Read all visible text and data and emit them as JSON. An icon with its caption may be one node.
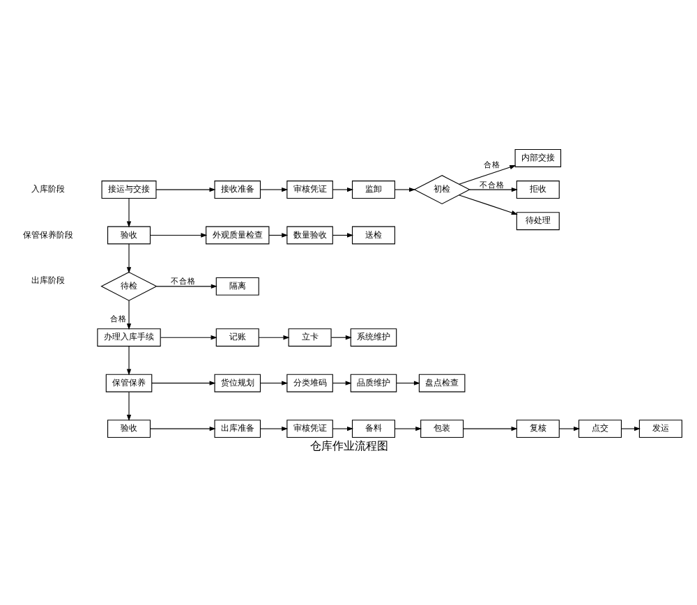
{
  "diagram": {
    "caption": "仓库作业流程图",
    "nodes": [
      {
        "text": [
          "接运与交接"
        ]
      },
      {
        "text": [
          "接收准备"
        ]
      },
      {
        "text": [
          "审核凭证"
        ]
      },
      {
        "text": [
          "监卸"
        ]
      },
      {
        "text": [
          "初检"
        ]
      },
      {
        "text": [
          "内部交接"
        ]
      },
      {
        "text": [
          "拒收"
        ]
      },
      {
        "text": [
          "待处理"
        ]
      },
      {
        "text": [
          "验收"
        ]
      },
      {
        "text": [
          "外观质量检查"
        ]
      },
      {
        "text": [
          "数量验收"
        ]
      },
      {
        "text": [
          "送检"
        ]
      },
      {
        "text": [
          "待检"
        ]
      },
      {
        "text": [
          "隔离"
        ]
      },
      {
        "text": [
          "办理入库手续"
        ]
      },
      {
        "text": [
          "记账"
        ]
      },
      {
        "text": [
          "立卡"
        ]
      },
      {
        "text": [
          "系统维护"
        ]
      },
      {
        "text": [
          "保管保养"
        ]
      },
      {
        "text": [
          "货位规划"
        ]
      },
      {
        "text": [
          "分类堆码"
        ]
      },
      {
        "text": [
          "品质维护"
        ]
      },
      {
        "text": [
          "盘点检查"
        ]
      },
      {
        "text": [
          "验收"
        ]
      },
      {
        "text": [
          "出库准备"
        ]
      },
      {
        "text": [
          "审核凭证"
        ]
      },
      {
        "text": [
          "备料"
        ]
      },
      {
        "text": [
          "包装"
        ]
      },
      {
        "text": [
          "复核"
        ]
      },
      {
        "text": [
          "点交"
        ]
      },
      {
        "text": [
          "发运"
        ]
      }
    ],
    "edges": [
      {
        "from": 0,
        "to": 1,
        "arrow": "to"
      },
      {
        "from": 1,
        "to": 2,
        "arrow": "to"
      },
      {
        "from": 2,
        "to": 3,
        "arrow": "to"
      },
      {
        "from": 3,
        "to": 4,
        "arrow": "to"
      },
      {
        "from": 4,
        "to": 5,
        "arrow": "to",
        "label": "合格"
      },
      {
        "from": 4,
        "to": 6,
        "arrow": "to",
        "label": "不合格"
      },
      {
        "from": 4,
        "to": 7,
        "arrow": "to"
      },
      {
        "from": 0,
        "to": 8,
        "arrow": "to"
      },
      {
        "from": 8,
        "to": 9,
        "arrow": "to"
      },
      {
        "from": 9,
        "to": 10,
        "arrow": "to"
      },
      {
        "from": 10,
        "to": 11,
        "arrow": "to"
      },
      {
        "from": 8,
        "to": 12,
        "arrow": "to"
      },
      {
        "from": 12,
        "to": 13,
        "arrow": "to",
        "label": "不合格"
      },
      {
        "from": 12,
        "to": 14,
        "arrow": "to",
        "label": "合格"
      },
      {
        "from": 14,
        "to": 15,
        "arrow": "to"
      },
      {
        "from": 15,
        "to": 16,
        "arrow": "to"
      },
      {
        "from": 16,
        "to": 17,
        "arrow": "to"
      },
      {
        "from": 14,
        "to": 18,
        "arrow": "to"
      },
      {
        "from": 18,
        "to": 19,
        "arrow": "to"
      },
      {
        "from": 19,
        "to": 20,
        "arrow": "to"
      },
      {
        "from": 20,
        "to": 21,
        "arrow": "to"
      },
      {
        "from": 21,
        "to": 22,
        "arrow": "to"
      },
      {
        "from": 18,
        "to": 23,
        "arrow": "to"
      },
      {
        "from": 23,
        "to": 24,
        "arrow": "to"
      },
      {
        "from": 24,
        "to": 25,
        "arrow": "to"
      },
      {
        "from": 25,
        "to": 26,
        "arrow": "to"
      },
      {
        "from": 26,
        "to": 27,
        "arrow": "to"
      },
      {
        "from": 27,
        "to": 28,
        "arrow": "to"
      },
      {
        "from": 28,
        "to": 29,
        "arrow": "to"
      },
      {
        "from": 29,
        "to": 30,
        "arrow": "to"
      }
    ],
    "labels": [
      "入库阶段",
      "保管保养阶段",
      "出库阶段"
    ]
  }
}
